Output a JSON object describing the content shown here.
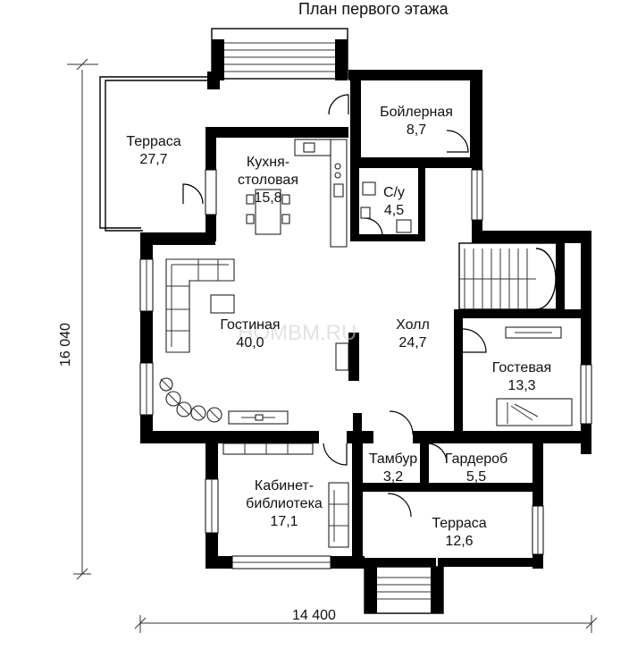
{
  "title": "План первого этажа",
  "dimensions": {
    "vertical": "16 040",
    "horizontal": "14 400"
  },
  "watermark": "HOMBM.RU",
  "rooms": {
    "terrace_top": {
      "name": "Терраса",
      "area": "27,7"
    },
    "boiler": {
      "name": "Бойлерная",
      "area": "8,7"
    },
    "kitchen": {
      "name_line1": "Кухня-",
      "name_line2": "столовая",
      "area": "15,8"
    },
    "wc": {
      "name": "С/у",
      "area": "4,5"
    },
    "living": {
      "name": "Гостиная",
      "area": "40,0"
    },
    "hall": {
      "name": "Холл",
      "area": "24,7"
    },
    "guest": {
      "name": "Гостевая",
      "area": "13,3"
    },
    "vestibule": {
      "name": "Тамбур",
      "area": "3,2"
    },
    "wardrobe": {
      "name": "Гардероб",
      "area": "5,5"
    },
    "study": {
      "name_line1": "Кабинет-",
      "name_line2": "библиотека",
      "area": "17,1"
    },
    "terrace_bottom": {
      "name": "Терраса",
      "area": "12,6"
    }
  }
}
